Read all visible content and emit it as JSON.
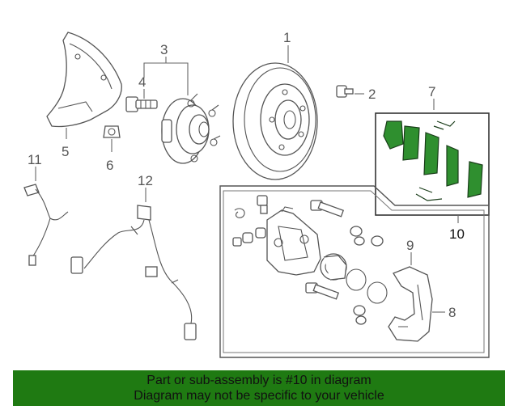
{
  "callouts": {
    "c1": "1",
    "c2": "2",
    "c3": "3",
    "c4": "4",
    "c5": "5",
    "c6": "6",
    "c7": "7",
    "c8": "8",
    "c9": "9",
    "c10": "10",
    "c11": "11",
    "c12": "12"
  },
  "footer": {
    "line1": "Part or sub-assembly is #10 in diagram",
    "line2": "Diagram may not be specific to your vehicle"
  },
  "colors": {
    "highlight": "#2f8f2f",
    "footer_bg": "#1f7a12",
    "line": "#555555"
  }
}
